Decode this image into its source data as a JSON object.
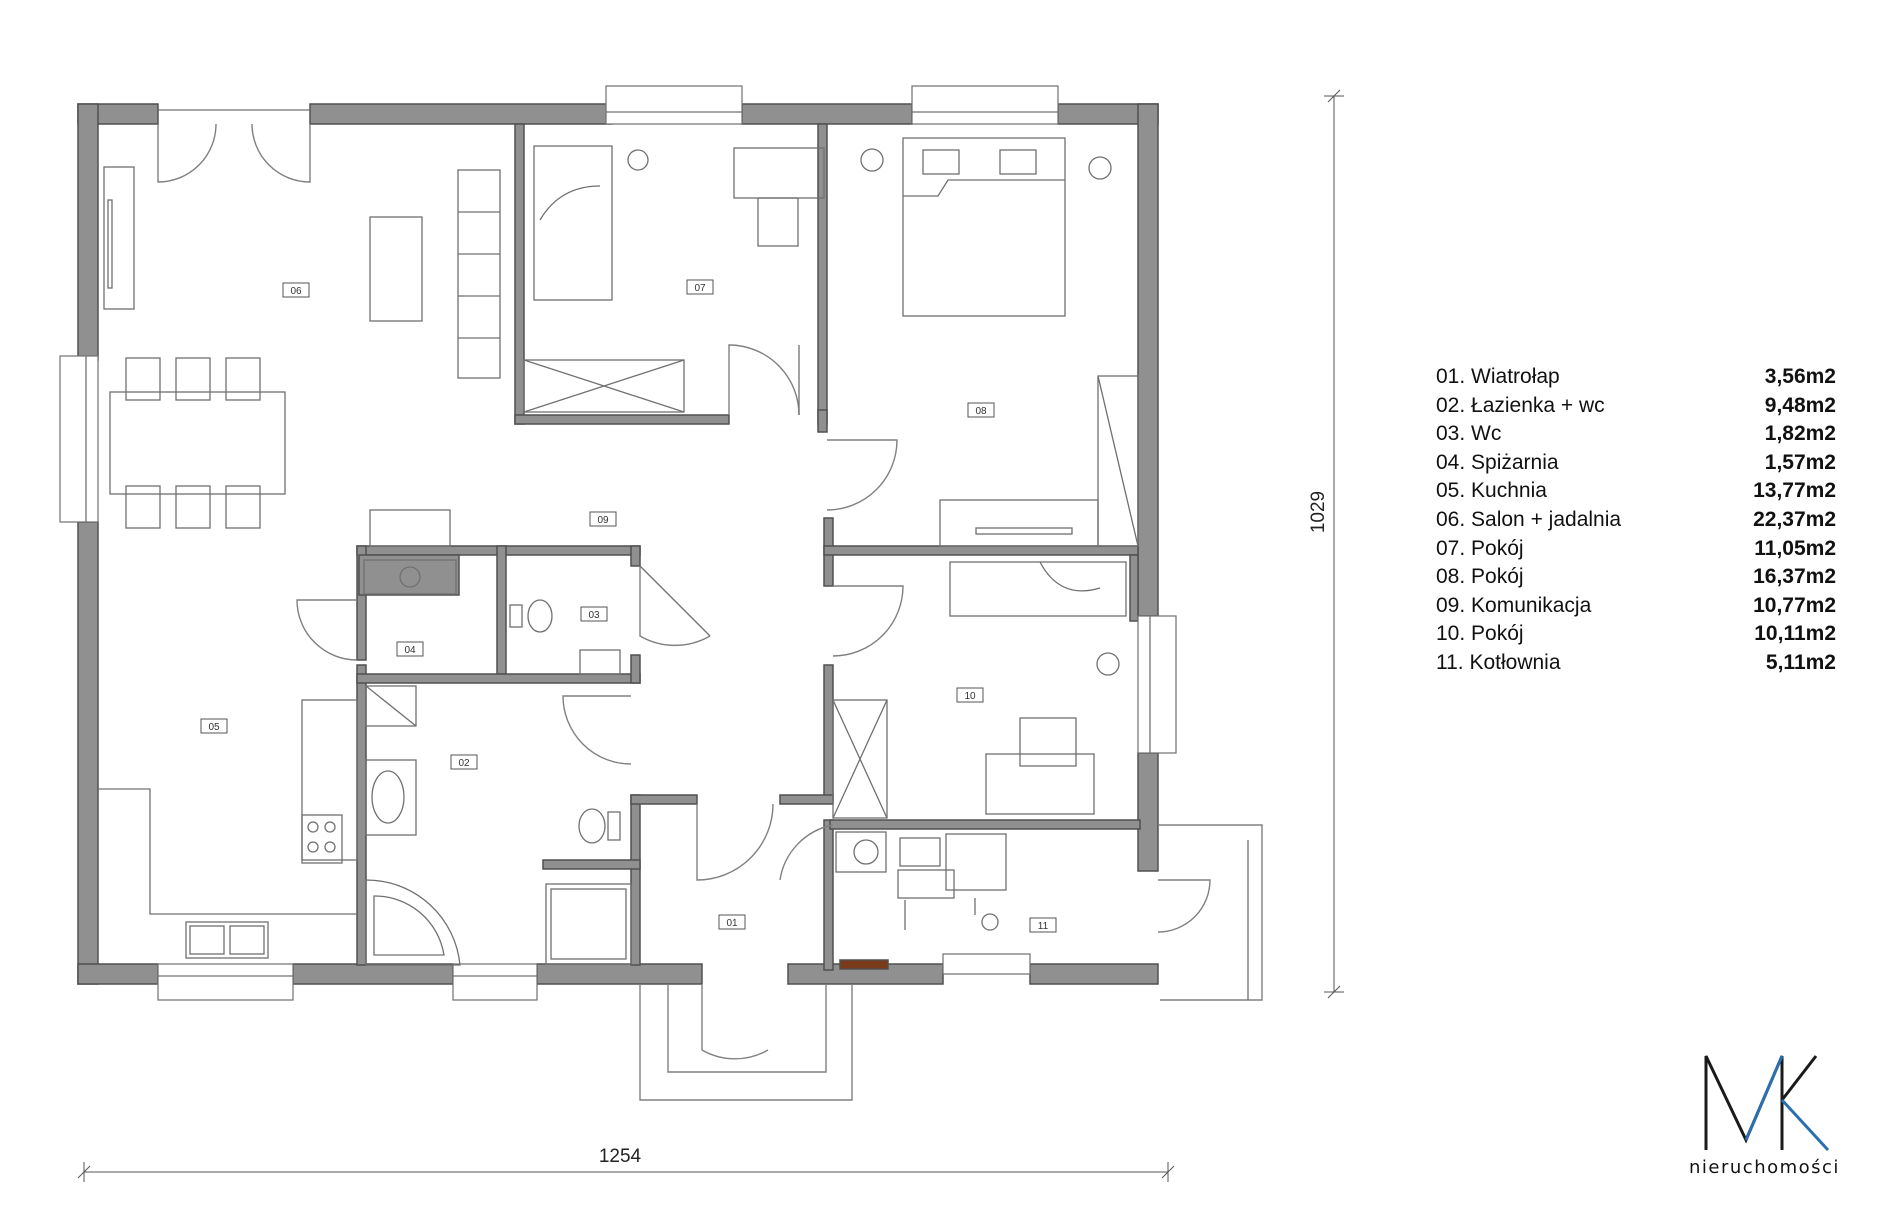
{
  "dimensions": {
    "width_label": "1254",
    "height_label": "1029"
  },
  "room_tags": {
    "r01": "01",
    "r02": "02",
    "r03": "03",
    "r04": "04",
    "r05": "05",
    "r06": "06",
    "r07": "07",
    "r08": "08",
    "r09": "09",
    "r10": "10",
    "r11": "11"
  },
  "legend": [
    {
      "name": "01. Wiatrołap",
      "area": "3,56m2"
    },
    {
      "name": "02. Łazienka + wc",
      "area": "9,48m2"
    },
    {
      "name": "03. Wc",
      "area": "1,82m2"
    },
    {
      "name": "04. Spiżarnia",
      "area": "1,57m2"
    },
    {
      "name": "05. Kuchnia",
      "area": "13,77m2"
    },
    {
      "name": "06. Salon + jadalnia",
      "area": "22,37m2"
    },
    {
      "name": "07. Pokój",
      "area": "11,05m2"
    },
    {
      "name": "08. Pokój",
      "area": "16,37m2"
    },
    {
      "name": "09. Komunikacja",
      "area": "10,77m2"
    },
    {
      "name": "10. Pokój",
      "area": "10,11m2"
    },
    {
      "name": "11. Kotłownia",
      "area": "5,11m2"
    }
  ],
  "logo": {
    "icon": "mk-monogram-logo",
    "text": "nieruchomości"
  },
  "colors": {
    "wall": "#909090",
    "line": "#707070",
    "accent": "#2a6fb0"
  }
}
